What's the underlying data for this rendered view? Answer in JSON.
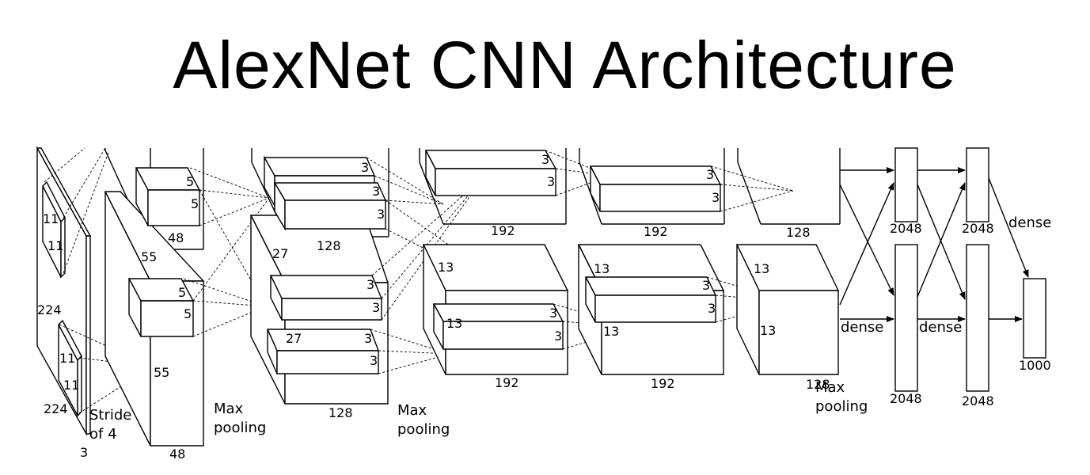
{
  "title": "AlexNet CNN Architecture",
  "labels": {
    "input_h": "224",
    "input_w": "224",
    "input_c": "3",
    "k11a": "11",
    "k11b": "11",
    "k11c": "11",
    "k11d": "11",
    "stride_1": "Stride",
    "stride_2": "of 4",
    "c1_size": "55",
    "c1_size2": "55",
    "c1_top_depth": "48",
    "c1_bot_depth": "48",
    "k5a": "5",
    "k5b": "5",
    "k5c": "5",
    "k5d": "5",
    "pool1_a": "Max",
    "pool1_b": "pooling",
    "c2_size": "27",
    "c2_size2": "27",
    "c2_top_depth": "128",
    "c2_bot_depth": "128",
    "k3_c2_a": "3",
    "k3_c2_b": "3",
    "k3_c2_c": "3",
    "k3_c2_d": "3",
    "k3_c2_e": "3",
    "k3_c2_f": "3",
    "pool2_a": "Max",
    "pool2_b": "pooling",
    "c3_size": "13",
    "c3_size2": "13",
    "c3_top_depth": "192",
    "c3_bot_depth": "192",
    "k3_c3_a": "3",
    "k3_c3_b": "3",
    "k3_c3_c": "3",
    "k3_c3_d": "3",
    "c4_size": "13",
    "c4_size2": "13",
    "c4_top_depth": "192",
    "c4_bot_depth": "192",
    "k3_c4_a": "3",
    "k3_c4_b": "3",
    "k3_c4_c": "3",
    "k3_c4_d": "3",
    "c5_size": "13",
    "c5_size2": "13",
    "c5_top_depth": "128",
    "c5_bot_depth": "128",
    "pool3_a": "Max",
    "pool3_b": "pooling",
    "dense1": "dense",
    "dense2": "dense",
    "dense3": "dense",
    "fc6_top": "2048",
    "fc6_bot": "2048",
    "fc7_top": "2048",
    "fc7_bot": "2048",
    "out": "1000"
  }
}
